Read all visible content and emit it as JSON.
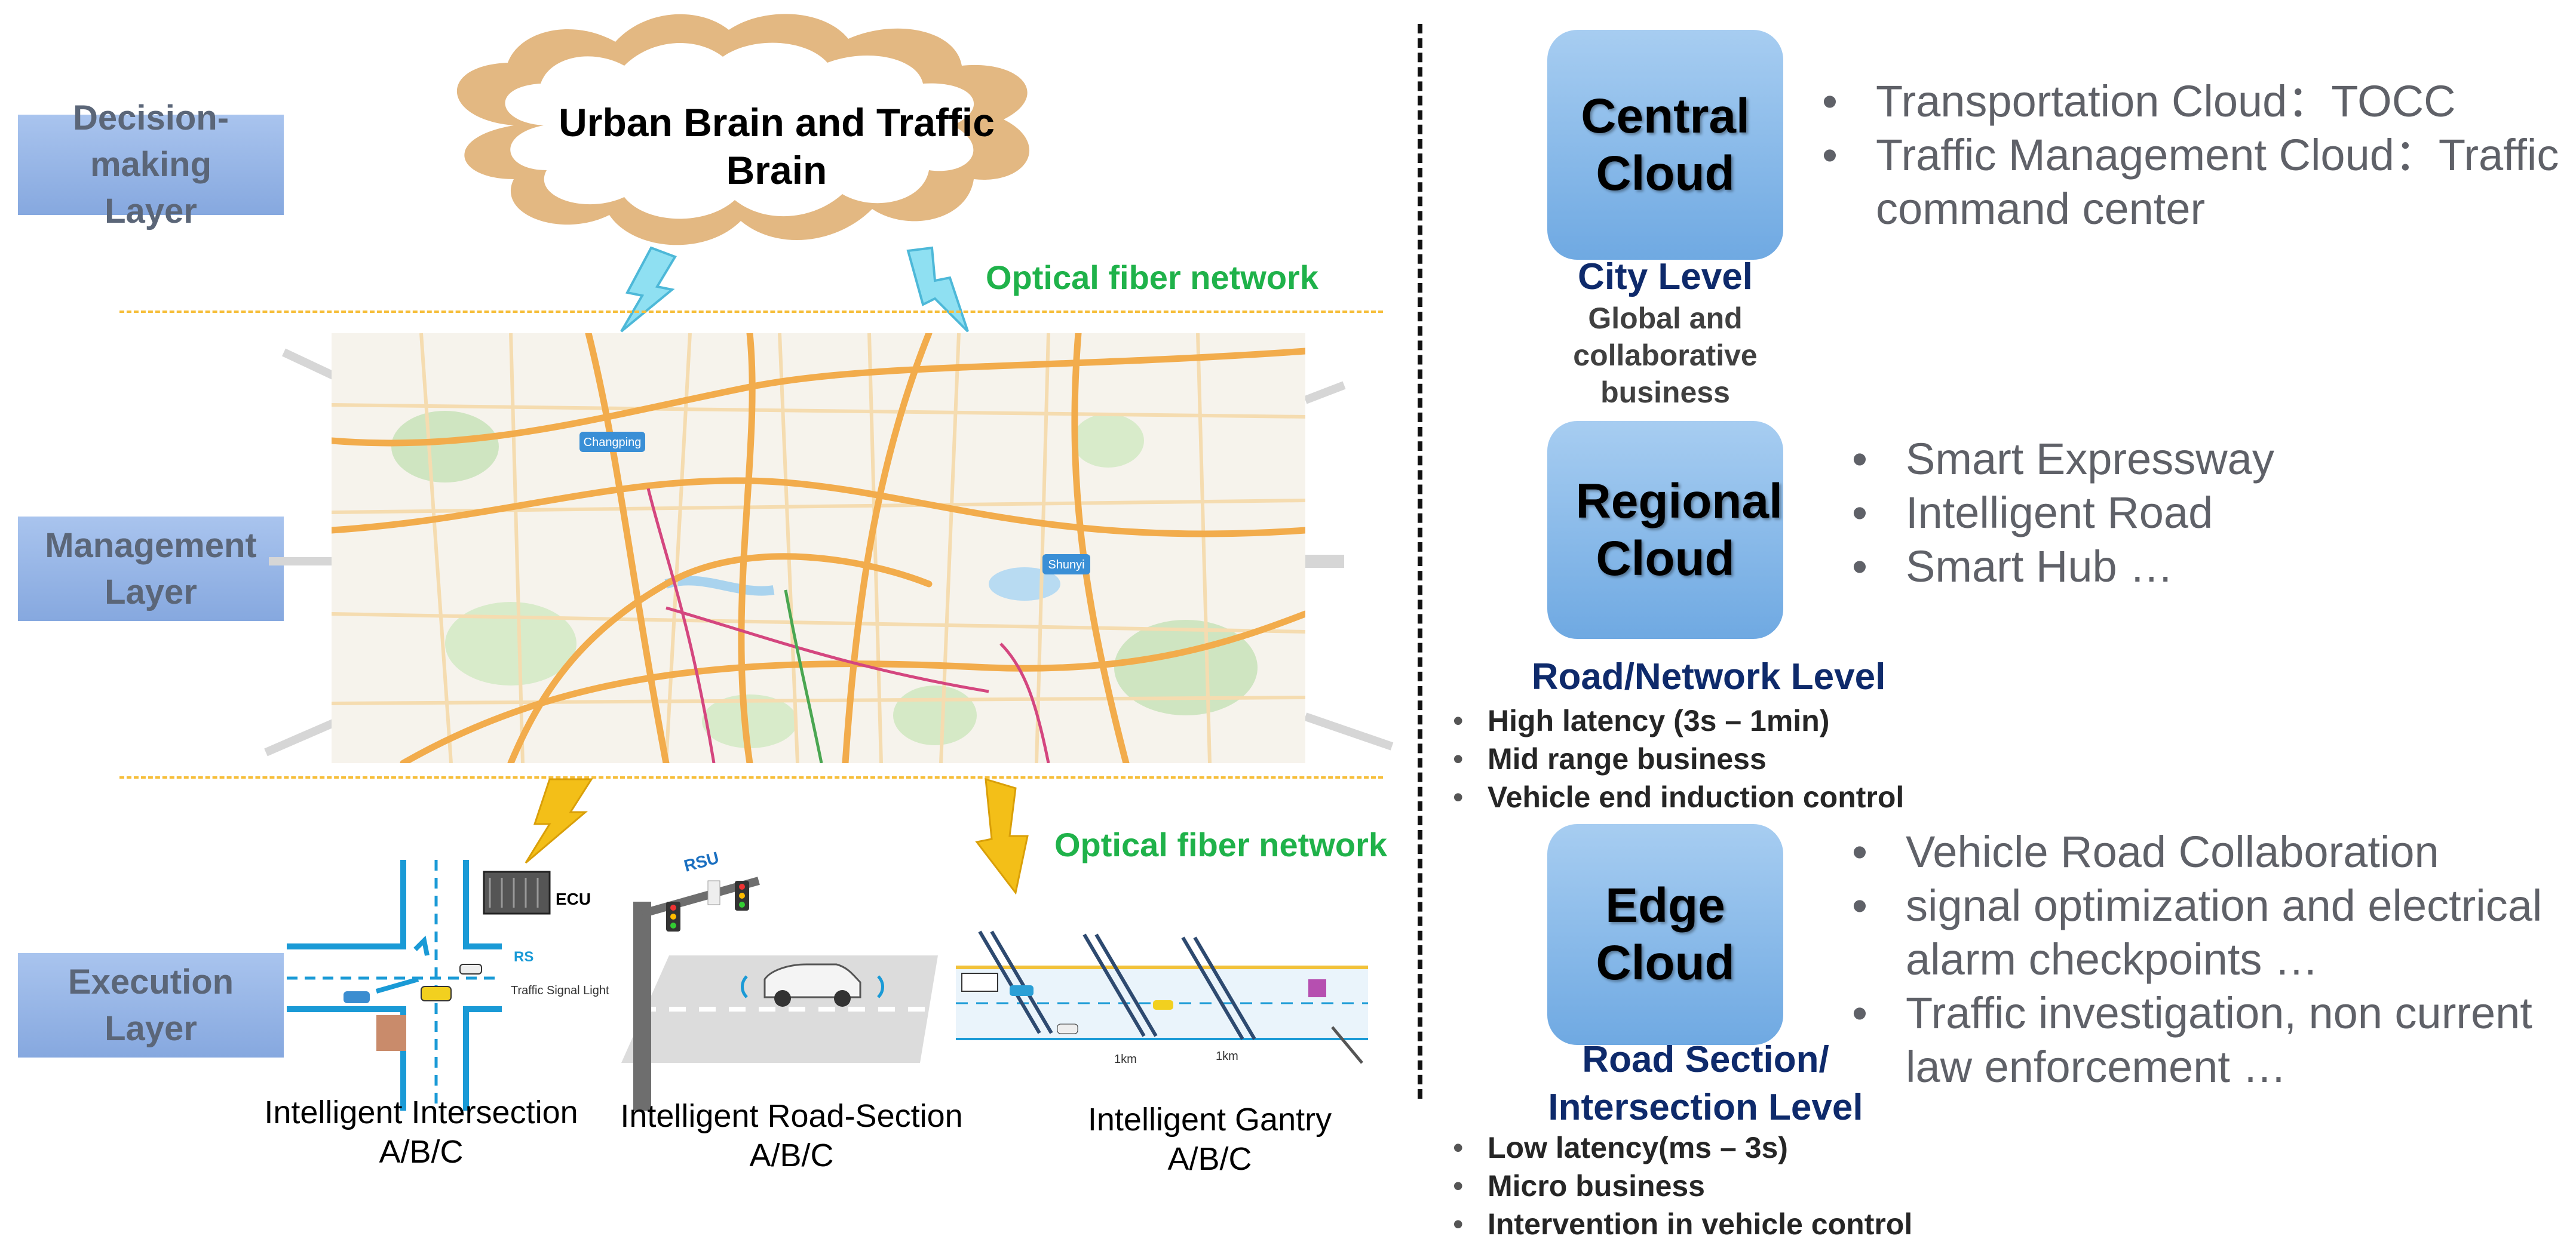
{
  "layers": {
    "decision": "Decision-making Layer",
    "management": "Management Layer",
    "execution": "Execution Layer"
  },
  "brain_cloud": {
    "title": "Urban Brain and Traffic Brain"
  },
  "network": {
    "top_label": "Optical fiber network",
    "bottom_label": "Optical fiber network"
  },
  "map_labels": [
    "Changping",
    "Shunyi"
  ],
  "execution": {
    "ecu_label": "ECU",
    "rsu_label": "RSU",
    "rs_label": "RS",
    "signal_label": "Traffic Signal Lights",
    "km_label": "1km",
    "items": [
      {
        "line1": "Intelligent Intersection",
        "line2": "A/B/C"
      },
      {
        "line1": "Intelligent Road-Section",
        "line2": "A/B/C"
      },
      {
        "line1": "Intelligent Gantry",
        "line2": "A/B/C"
      }
    ]
  },
  "central": {
    "tile": "Central Cloud",
    "level": "City Level",
    "desc": "Global and collaborative business",
    "bullets": [
      "Transportation Cloud：TOCC",
      "Traffic Management Cloud：Traffic command center"
    ]
  },
  "regional": {
    "tile": "Regional Cloud",
    "level": "Road/Network Level",
    "bullets": [
      "Smart Expressway",
      "Intelligent Road",
      "Smart Hub …"
    ],
    "details": [
      "High latency  (3s – 1min)",
      "Mid range business",
      "Vehicle end induction control"
    ]
  },
  "edge": {
    "tile": "Edge Cloud",
    "level_line1": "Road Section/",
    "level_line2": "Intersection Level",
    "bullets": [
      "Vehicle Road Collaboration",
      "signal optimization and electrical alarm checkpoints …",
      "Traffic investigation, non current law enforcement …"
    ],
    "details": [
      "Low latency(ms – 3s)",
      "Micro business",
      "Intervention in vehicle control"
    ]
  },
  "colors": {
    "layer_box": "#86a8df",
    "cloud_tile": "#7fb4e6",
    "fiber_green": "#1fb24a",
    "level_navy": "#0e2a6b",
    "dash_yellow": "#f6be3a",
    "brain_cloud_fill": "#e3b882"
  }
}
